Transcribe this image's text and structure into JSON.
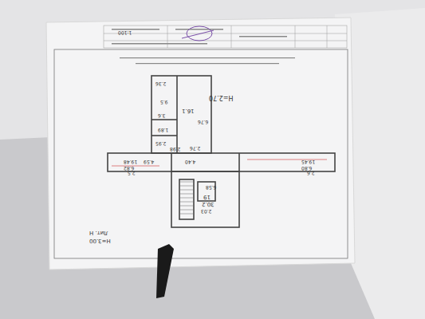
{
  "diagram": {
    "labels": [
      "Н=2.70",
      "16.1",
      "6.76",
      "2.76",
      "9.5",
      "2.98",
      "2.95",
      "1.89",
      "3.6",
      "2.36",
      "6.58",
      "19",
      "30.2",
      "2.03",
      "Лит. Н",
      "Н=3.00",
      "1:100",
      "4.59",
      "19.45",
      "6.80",
      "2.6",
      "19.48",
      "6.82",
      "2.5",
      "4.40"
    ]
  }
}
